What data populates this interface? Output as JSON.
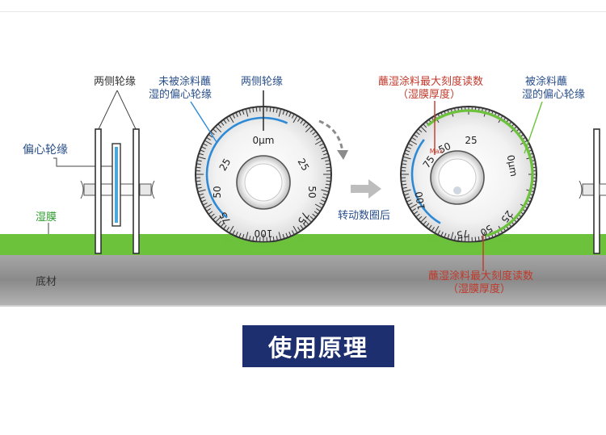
{
  "labels": {
    "two_side_rims_left": "两侧轮缘",
    "eccentric_rim": "偏心轮缘",
    "wet_film": "湿膜",
    "substrate": "底材",
    "uncoated_eccentric_rim_line1": "未被涂料蘸",
    "uncoated_eccentric_rim_line2": "湿的偏心轮缘",
    "two_side_rims_center": "两侧轮缘",
    "after_rotating": "转动数圈后",
    "max_reading_top_line1": "蘸湿涂料最大刻度读数",
    "max_reading_top_line2": "（湿膜厚度）",
    "coated_eccentric_rim_line1": "被涂料蘸",
    "coated_eccentric_rim_line2": "湿的偏心轮缘",
    "max_reading_bottom_line1": "蘸湿涂料最大刻度读数",
    "max_reading_bottom_line2": "（湿膜厚度）"
  },
  "wheel_left": {
    "top_scale": "0μm",
    "scale_25_left": "25",
    "scale_25_right": "25",
    "scale_50_left": "50",
    "scale_50_right": "50",
    "scale_75_left": "75",
    "scale_75_right": "75",
    "scale_100": "100"
  },
  "wheel_right": {
    "scale_0": "0μm",
    "scale_25_top": "25",
    "scale_50_top": "50",
    "scale_75_top": "75",
    "scale_100": "100",
    "scale_75_bottom": "75",
    "scale_50_bottom": "50",
    "scale_25_bottom": "25",
    "marker_max": "Max"
  },
  "title": "使用原理",
  "colors": {
    "label_blue": "#2a4f8a",
    "label_red": "#c0392b",
    "label_green": "#2d9b2d",
    "wet_film": "#6cc23a",
    "substrate": "#8e8e8e",
    "uncoated_rim": "#2f8ad6",
    "coated_rim": "#6cc23a",
    "title_bg": "#1d2f6e"
  }
}
